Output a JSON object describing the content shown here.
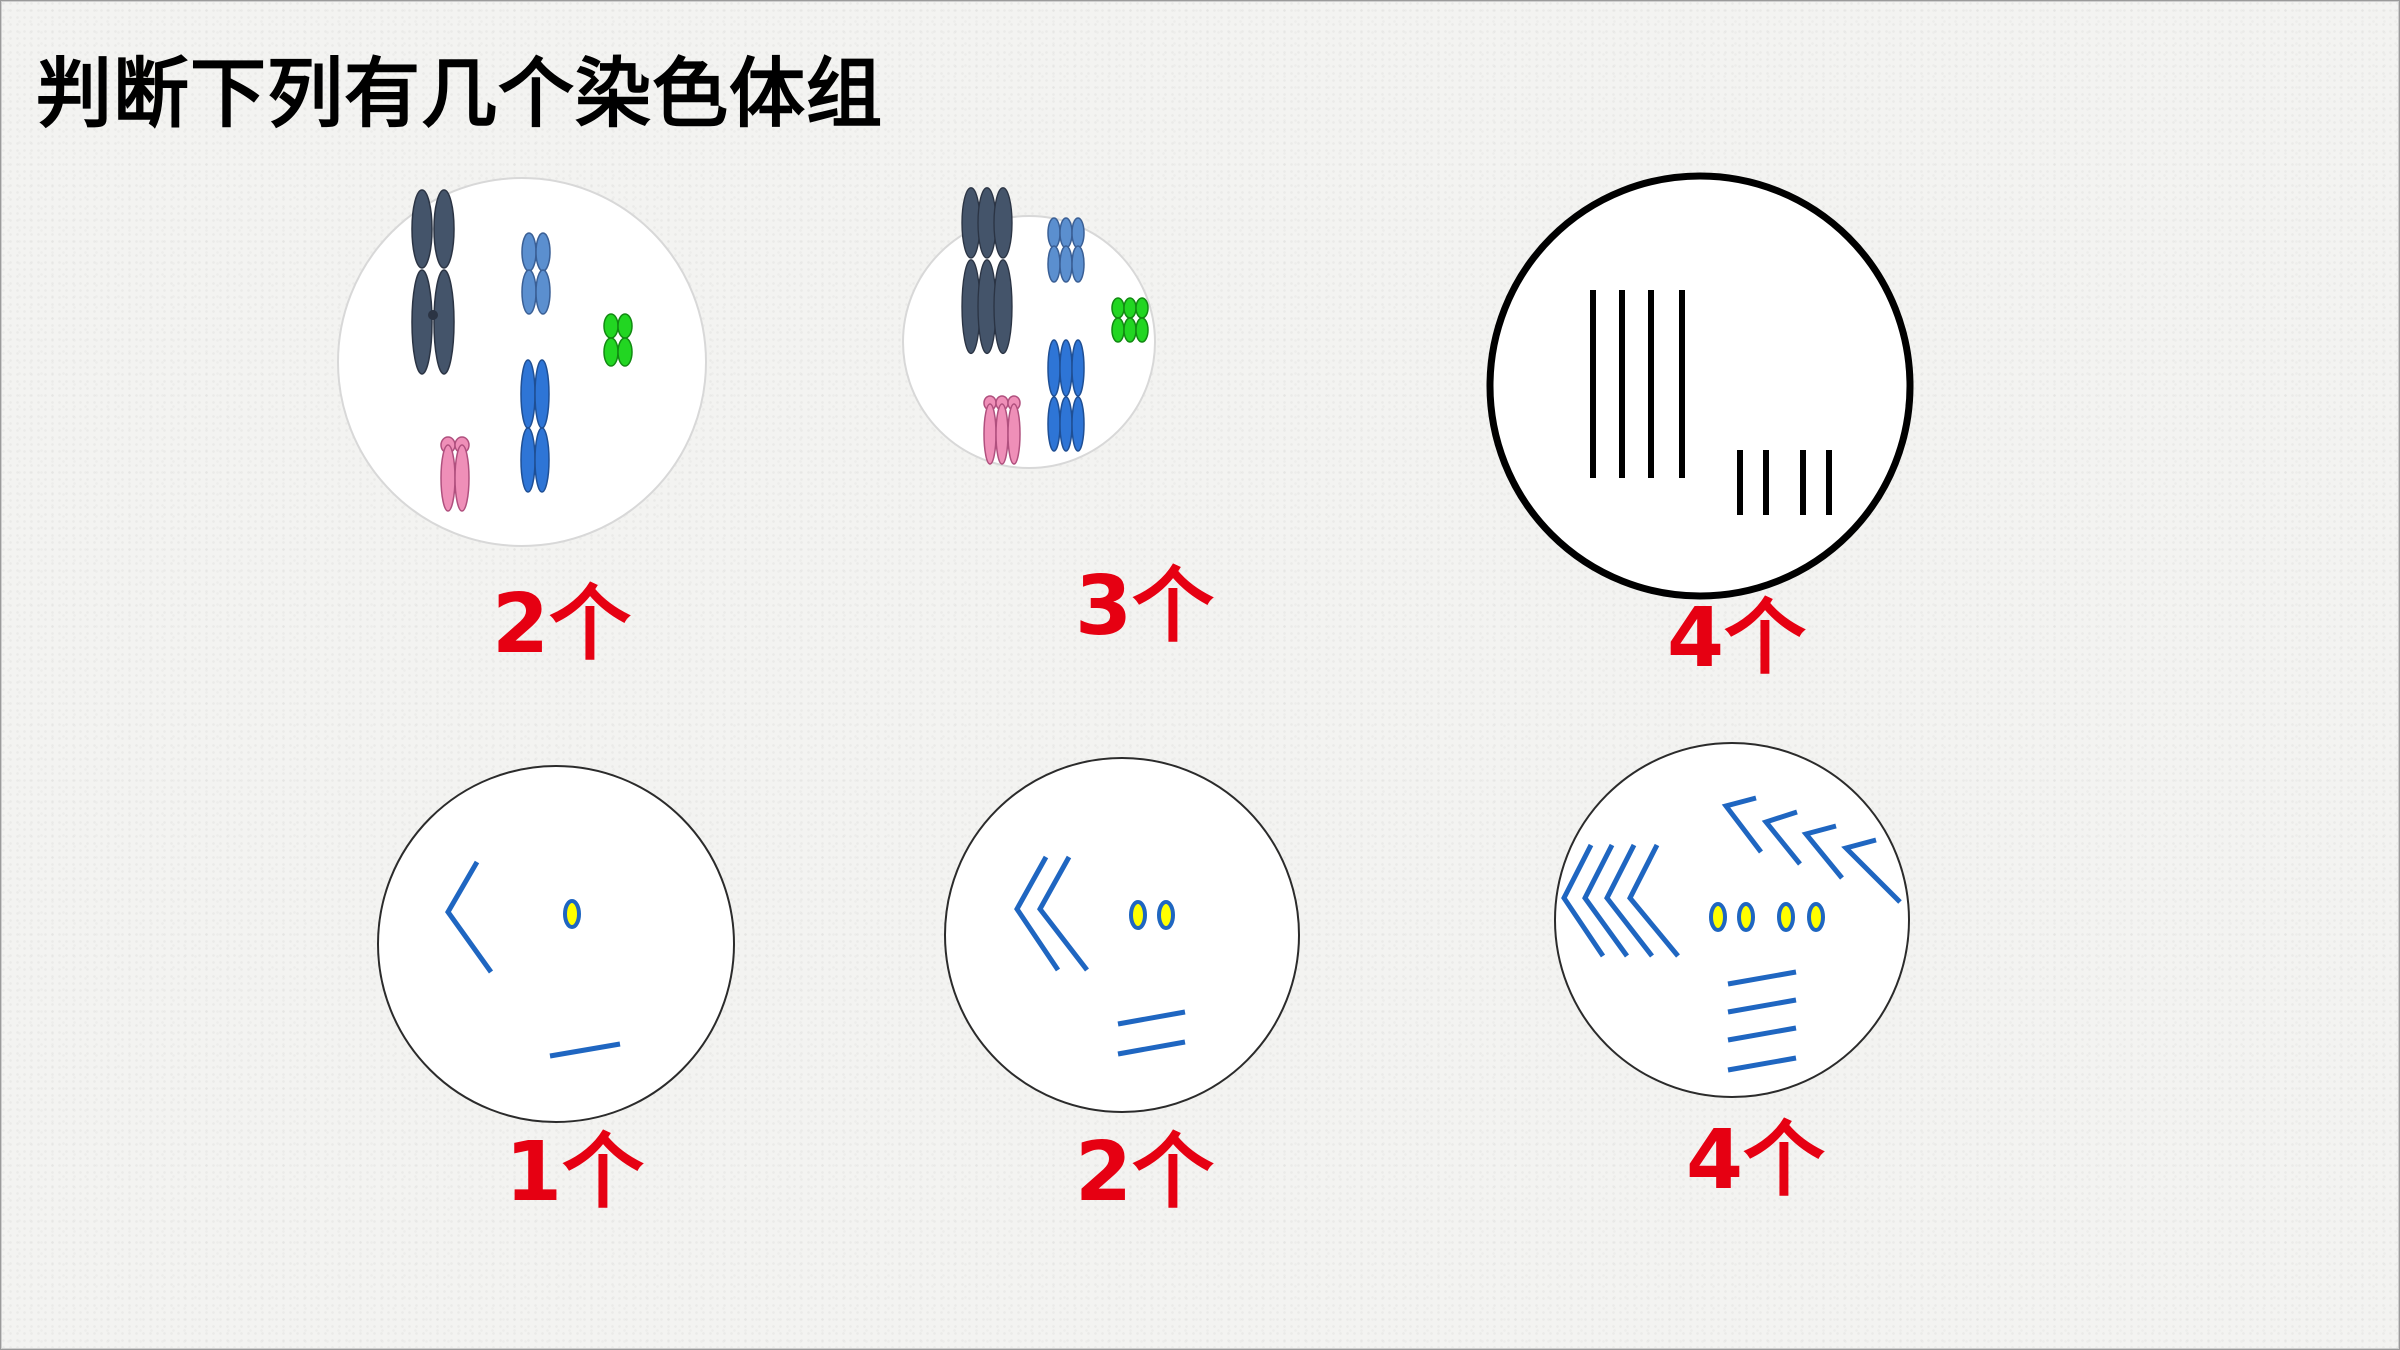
{
  "title": "判断下列有几个染色体组",
  "colors": {
    "answer_red": "#e60012",
    "dark_chromosome": "#44546a",
    "blue_chromosome": "#2e75d6",
    "light_blue_chromosome": "#5b8fcf",
    "green_chromosome": "#22d622",
    "pink_chromosome": "#ef8fb8",
    "line_blue": "#1f66c1",
    "yellow_oval": "#ffff00"
  },
  "cells": [
    {
      "answer": "2个"
    },
    {
      "answer": "3个"
    },
    {
      "answer": "4个"
    },
    {
      "answer": "1个"
    },
    {
      "answer": "2个"
    },
    {
      "answer": "4个"
    }
  ]
}
